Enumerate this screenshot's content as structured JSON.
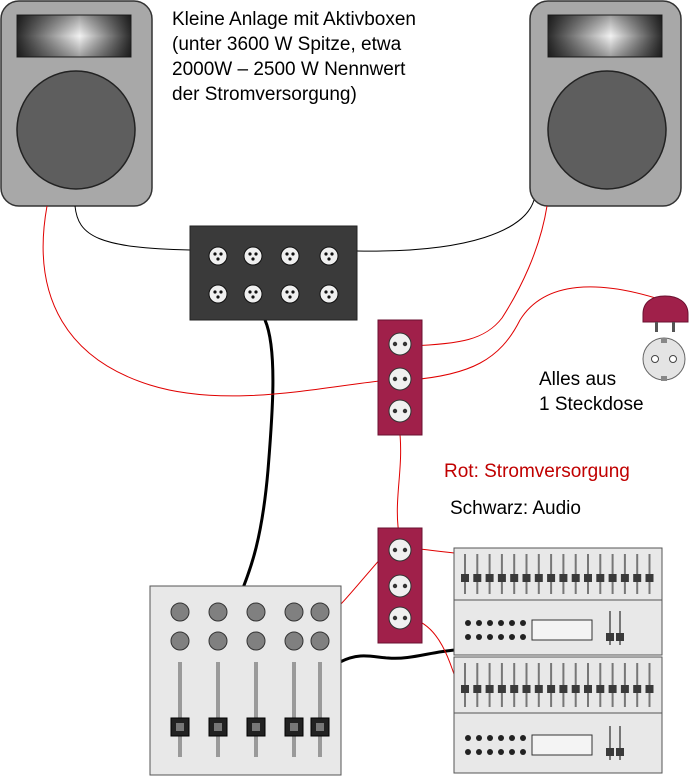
{
  "title_lines": [
    "Kleine Anlage mit Aktivboxen",
    "(unter 3600 W Spitze, etwa",
    "2000W – 2500 W Nennwert",
    "der Stromversorgung)"
  ],
  "note_lines": [
    "Alles aus",
    "1 Steckdose"
  ],
  "legend": {
    "red": "Rot: Stromversorgung",
    "black": "Schwarz: Audio"
  },
  "colors": {
    "power_cable": "#e00000",
    "audio_cable": "#000000",
    "power_strip": "#a0204a",
    "speaker_body": "#a8a8a8",
    "stagebox": "#3a3a3a",
    "rack_device": "#e8e8e8",
    "mixer": "#e8e8e8"
  },
  "icons": [
    "speaker-left-icon",
    "speaker-right-icon",
    "stagebox-icon",
    "power-strip-icon",
    "power-plug-icon",
    "wall-socket-icon",
    "mixer-icon",
    "rack-amplifier-icon",
    "rack-processor-icon"
  ]
}
